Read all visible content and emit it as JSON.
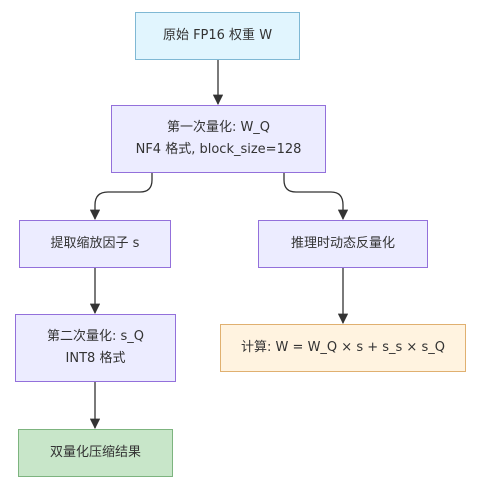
{
  "nodes": {
    "start": {
      "text": "原始 FP16 权重 W"
    },
    "first_quant": {
      "line1": "第一次量化: W_Q",
      "line2": "NF4 格式, block_size=128"
    },
    "extract_scale": {
      "text": "提取缩放因子 s"
    },
    "inference": {
      "text": "推理时动态反量化"
    },
    "second_quant": {
      "line1": "第二次量化: s_Q",
      "line2": "INT8 格式"
    },
    "compute": {
      "text": "计算: W = W_Q × s + s_s × s_Q"
    },
    "result": {
      "text": "双量化压缩结果"
    }
  },
  "edges": [
    {
      "from": "start",
      "to": "first_quant"
    },
    {
      "from": "first_quant",
      "to": "extract_scale"
    },
    {
      "from": "first_quant",
      "to": "inference"
    },
    {
      "from": "extract_scale",
      "to": "second_quant"
    },
    {
      "from": "second_quant",
      "to": "result"
    },
    {
      "from": "inference",
      "to": "compute"
    }
  ],
  "colors": {
    "default_fill": "#ECECFF",
    "default_stroke": "#9370DB",
    "start_fill": "#E1F5FE",
    "compute_fill": "#FFF3E0",
    "result_fill": "#C8E6C9",
    "edge": "#333333"
  }
}
